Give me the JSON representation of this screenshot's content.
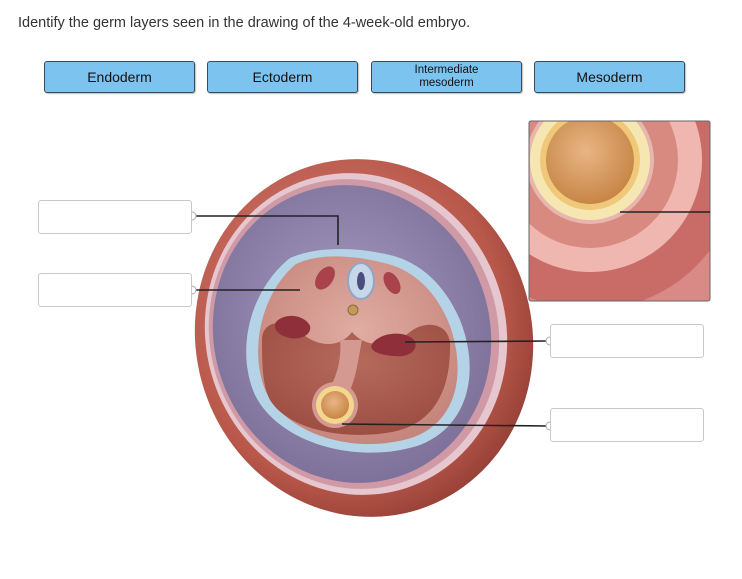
{
  "question": "Identify the germ layers seen in the drawing of the 4-week-old embryo.",
  "answer_tiles": [
    "Endoderm",
    "Ectoderm",
    "Intermediate mesoderm",
    "Mesoderm"
  ],
  "drop_zones": [
    {
      "name": "drop-zone-1",
      "value": ""
    },
    {
      "name": "drop-zone-2",
      "value": ""
    },
    {
      "name": "drop-zone-3",
      "value": ""
    },
    {
      "name": "drop-zone-4",
      "value": ""
    }
  ],
  "colors": {
    "tile_fill": "#7cc3f0",
    "tile_border": "#3a4a5a",
    "embryo_outer": "#b8574a",
    "embryo_purple": "#8a7ea6",
    "embryo_blue": "#b5d3e6",
    "embryo_tissue": "#c98f86",
    "gut_yellow": "#f0c879"
  }
}
